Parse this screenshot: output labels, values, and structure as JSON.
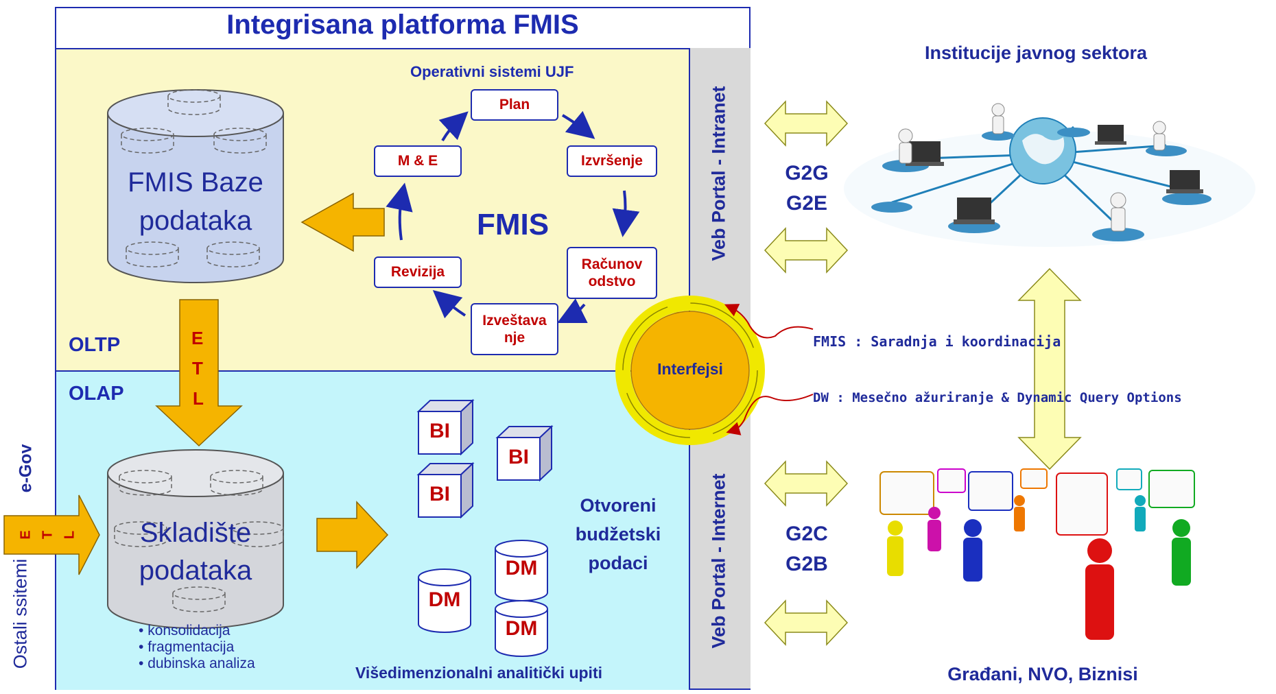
{
  "platform": {
    "title": "Integrisana platforma FMIS",
    "oltp_label": "OLTP",
    "olap_label": "OLAP",
    "portal_intranet": "Veb Portal - Intranet",
    "portal_internet": "Veb Portal - Internet",
    "interfaces": "Interfejsi"
  },
  "oltp": {
    "db_label_line1": "FMIS Baze",
    "db_label_line2": "podataka",
    "cycle_title": "Operativni sistemi UJF",
    "center": "FMIS",
    "steps": {
      "plan": "Plan",
      "izvrsenje": "Izvršenje",
      "racunovodstvo_1": "Računov",
      "racunovodstvo_2": "odstvo",
      "izvestavanje_1": "Izveštava",
      "izvestavanje_2": "nje",
      "revizija": "Revizija",
      "me": "M & E"
    },
    "etl_letters": [
      "E",
      "T",
      "L"
    ]
  },
  "olap": {
    "dw_label_line1": "Skladište",
    "dw_label_line2": "podataka",
    "bullets": [
      "konsolidacija",
      "fragmentacija",
      "dubinska analiza"
    ],
    "bi_label": "BI",
    "dm_label": "DM",
    "open_data_1": "Otvoreni",
    "open_data_2": "budžetski",
    "open_data_3": "podaci",
    "queries": "Višedimenzionalni analitički upiti"
  },
  "left_side": {
    "egov": "e-Gov",
    "other_systems": "Ostali ssitemi",
    "etl_letters": [
      "E",
      "T",
      "L"
    ]
  },
  "right_side": {
    "public_institutions": "Institucije javnog sektora",
    "g2g": "G2G",
    "g2e": "G2E",
    "g2c": "G2C",
    "g2b": "G2B",
    "fmis_note": "FMIS : Saradnja i koordinacija",
    "dw_note": "DW : Mesečno ažuriranje & Dynamic Query Options",
    "citizens": "Građani, NVO, Biznisi"
  },
  "colors": {
    "oltp_bg": "#fbf8c8",
    "olap_bg": "#c4f5fb",
    "arrow_orange": "#f5b400",
    "light_yellow": "#fdfdb4",
    "navy": "#1d2bb0",
    "dark_red": "#c00000",
    "portal_gray": "#d9d9d9"
  }
}
